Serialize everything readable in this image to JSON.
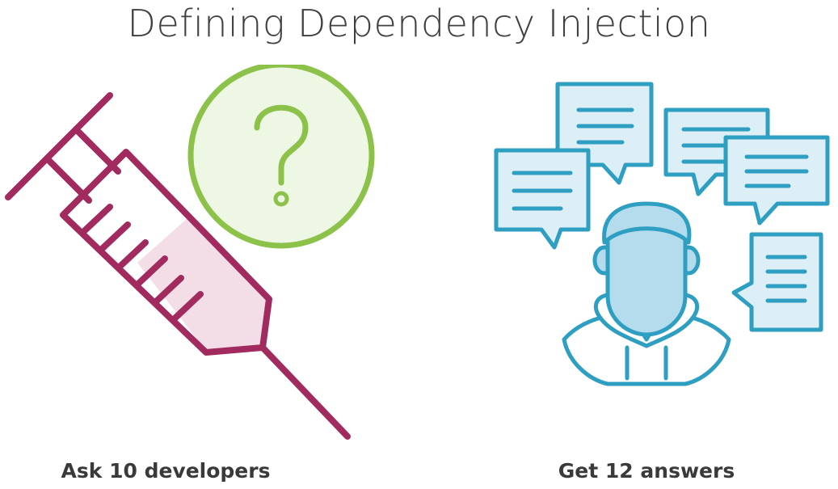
{
  "slide": {
    "title": "Defining Dependency Injection",
    "left_caption": "Ask 10 developers",
    "right_caption": "Get 12 answers"
  },
  "icons": {
    "left": [
      "syringe-icon",
      "question-mark-circle-icon"
    ],
    "right": [
      "person-icon",
      "speech-bubble-icon"
    ]
  },
  "colors": {
    "syringe": "#a12a5e",
    "syringe_fill": "#f3dde6",
    "question": "#8dc24a",
    "question_fill": "#eef6e4",
    "chat": "#2e9ec1",
    "chat_fill": "#dceef6",
    "face_fill": "#b5dcec",
    "title": "#404040",
    "caption": "#3a3a3a"
  }
}
